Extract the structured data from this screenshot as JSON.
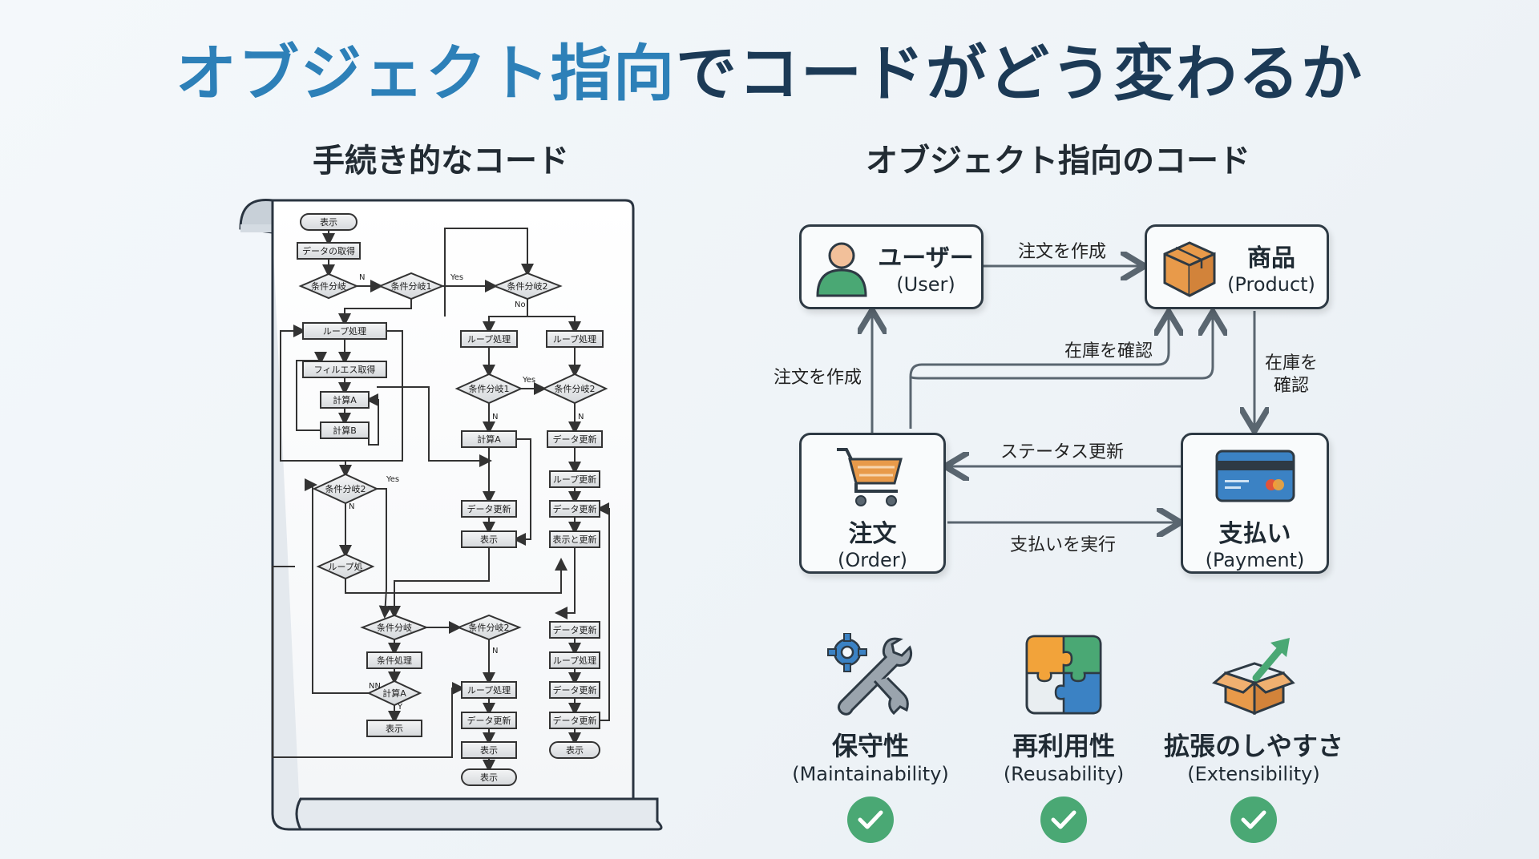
{
  "title": {
    "accent": "オブジェクト指向",
    "rest": "でコードがどう変わるか"
  },
  "left_panel": {
    "heading": "手続き的なコード",
    "flowchart": {
      "nodes": [
        {
          "id": "n1",
          "shape": "terminal",
          "label": "表示"
        },
        {
          "id": "n2",
          "shape": "process",
          "label": "データの取得"
        },
        {
          "id": "n3",
          "shape": "decision",
          "label": "条件分岐"
        },
        {
          "id": "n4",
          "shape": "decision",
          "label": "条件分岐1"
        },
        {
          "id": "n5",
          "shape": "decision",
          "label": "条件分岐2"
        },
        {
          "id": "n6",
          "shape": "process",
          "label": "ループ処理"
        },
        {
          "id": "n7",
          "shape": "process",
          "label": "フィルエス取得"
        },
        {
          "id": "n8",
          "shape": "process",
          "label": "計算A"
        },
        {
          "id": "n9",
          "shape": "process",
          "label": "計算B"
        },
        {
          "id": "n10",
          "shape": "process",
          "label": "ループ処理"
        },
        {
          "id": "n11",
          "shape": "process",
          "label": "ループ処理"
        },
        {
          "id": "n12",
          "shape": "decision",
          "label": "条件分岐1"
        },
        {
          "id": "n13",
          "shape": "decision",
          "label": "条件分岐2"
        },
        {
          "id": "n14",
          "shape": "process",
          "label": "計算A"
        },
        {
          "id": "n15",
          "shape": "process",
          "label": "データ更新"
        },
        {
          "id": "n16",
          "shape": "process",
          "label": "ループ更新"
        },
        {
          "id": "n17",
          "shape": "decision",
          "label": "条件分岐2"
        },
        {
          "id": "n18",
          "shape": "process",
          "label": "データ更新"
        },
        {
          "id": "n19",
          "shape": "process",
          "label": "データ更新"
        },
        {
          "id": "n20",
          "shape": "process",
          "label": "表示"
        },
        {
          "id": "n21",
          "shape": "process",
          "label": "表示と更新"
        },
        {
          "id": "n22",
          "shape": "decision",
          "label": "ループ処"
        },
        {
          "id": "n23",
          "shape": "decision",
          "label": "条件分岐"
        },
        {
          "id": "n24",
          "shape": "decision",
          "label": "条件分岐2"
        },
        {
          "id": "n25",
          "shape": "process",
          "label": "データ更新"
        },
        {
          "id": "n26",
          "shape": "process",
          "label": "条件処理"
        },
        {
          "id": "n27",
          "shape": "process",
          "label": "ループ処理"
        },
        {
          "id": "n28",
          "shape": "decision",
          "label": "計算A"
        },
        {
          "id": "n29",
          "shape": "process",
          "label": "ループ処理"
        },
        {
          "id": "n30",
          "shape": "process",
          "label": "データ更新"
        },
        {
          "id": "n31",
          "shape": "process",
          "label": "データ更新"
        },
        {
          "id": "n32",
          "shape": "process",
          "label": "表示"
        },
        {
          "id": "n33",
          "shape": "process",
          "label": "表示"
        },
        {
          "id": "n34",
          "shape": "process",
          "label": "データ更新"
        },
        {
          "id": "n35",
          "shape": "terminal",
          "label": "表示"
        },
        {
          "id": "n36",
          "shape": "terminal",
          "label": "表示"
        }
      ],
      "edge_labels": [
        "N",
        "Yes",
        "No",
        "Yes",
        "N",
        "N",
        "Yes",
        "N",
        "N",
        "NN",
        "Y"
      ]
    }
  },
  "right_panel": {
    "heading": "オブジェクト指向のコード",
    "objects": {
      "user": {
        "name": "ユーザー",
        "en": "(User)",
        "icon": "user-icon"
      },
      "product": {
        "name": "商品",
        "en": "(Product)",
        "icon": "box-icon"
      },
      "order": {
        "name": "注文",
        "en": "(Order)",
        "icon": "cart-icon"
      },
      "payment": {
        "name": "支払い",
        "en": "(Payment)",
        "icon": "credit-card-icon"
      }
    },
    "relations": {
      "user_to_product": "注文を作成",
      "order_to_user": "注文を作成",
      "order_to_product": "在庫を確認",
      "product_to_payment": "在庫を確認",
      "payment_to_order": "ステータス更新",
      "order_to_payment": "支払いを実行"
    },
    "benefits": [
      {
        "name": "保守性",
        "en": "(Maintainability)",
        "icon": "wrench-gear-icon",
        "checked": true
      },
      {
        "name": "再利用性",
        "en": "(Reusability)",
        "icon": "puzzle-icon",
        "checked": true
      },
      {
        "name": "拡張のしやすさ",
        "en": "(Extensibility)",
        "icon": "box-arrow-icon",
        "checked": true
      }
    ]
  },
  "colors": {
    "title_accent": "#2d80b8",
    "title_rest": "#1c3a56",
    "check_green": "#4aa874",
    "box_orange": "#e89a4a",
    "user_green": "#4aa874",
    "card_blue": "#3b82c4"
  }
}
